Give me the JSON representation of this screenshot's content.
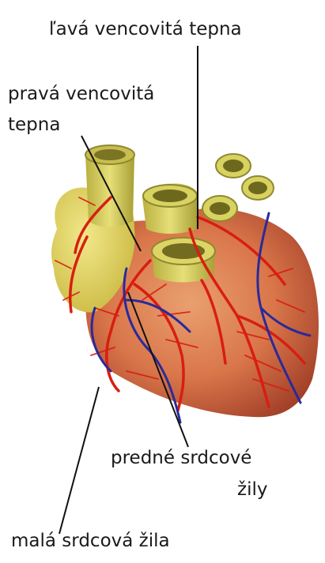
{
  "labels": {
    "left_coronary_artery": "ľavá vencovitá tepna",
    "right_coronary_artery_line1": "pravá vencovitá",
    "right_coronary_artery_line2": "tepna",
    "anterior_cardiac_veins_line1": "predné srdcové",
    "anterior_cardiac_veins_line2": "žily",
    "small_cardiac_vein": "malá srdcová žila"
  },
  "colors": {
    "background": "#ffffff",
    "label_text": "#1a1a1a",
    "leader_line": "#111111",
    "heart_body": "#d9764a",
    "heart_shadow": "#a3412a",
    "atrium": "#e6d865",
    "vessel_stump": "#d8d260",
    "artery": "#d81e10",
    "vein": "#2a2a9a"
  }
}
